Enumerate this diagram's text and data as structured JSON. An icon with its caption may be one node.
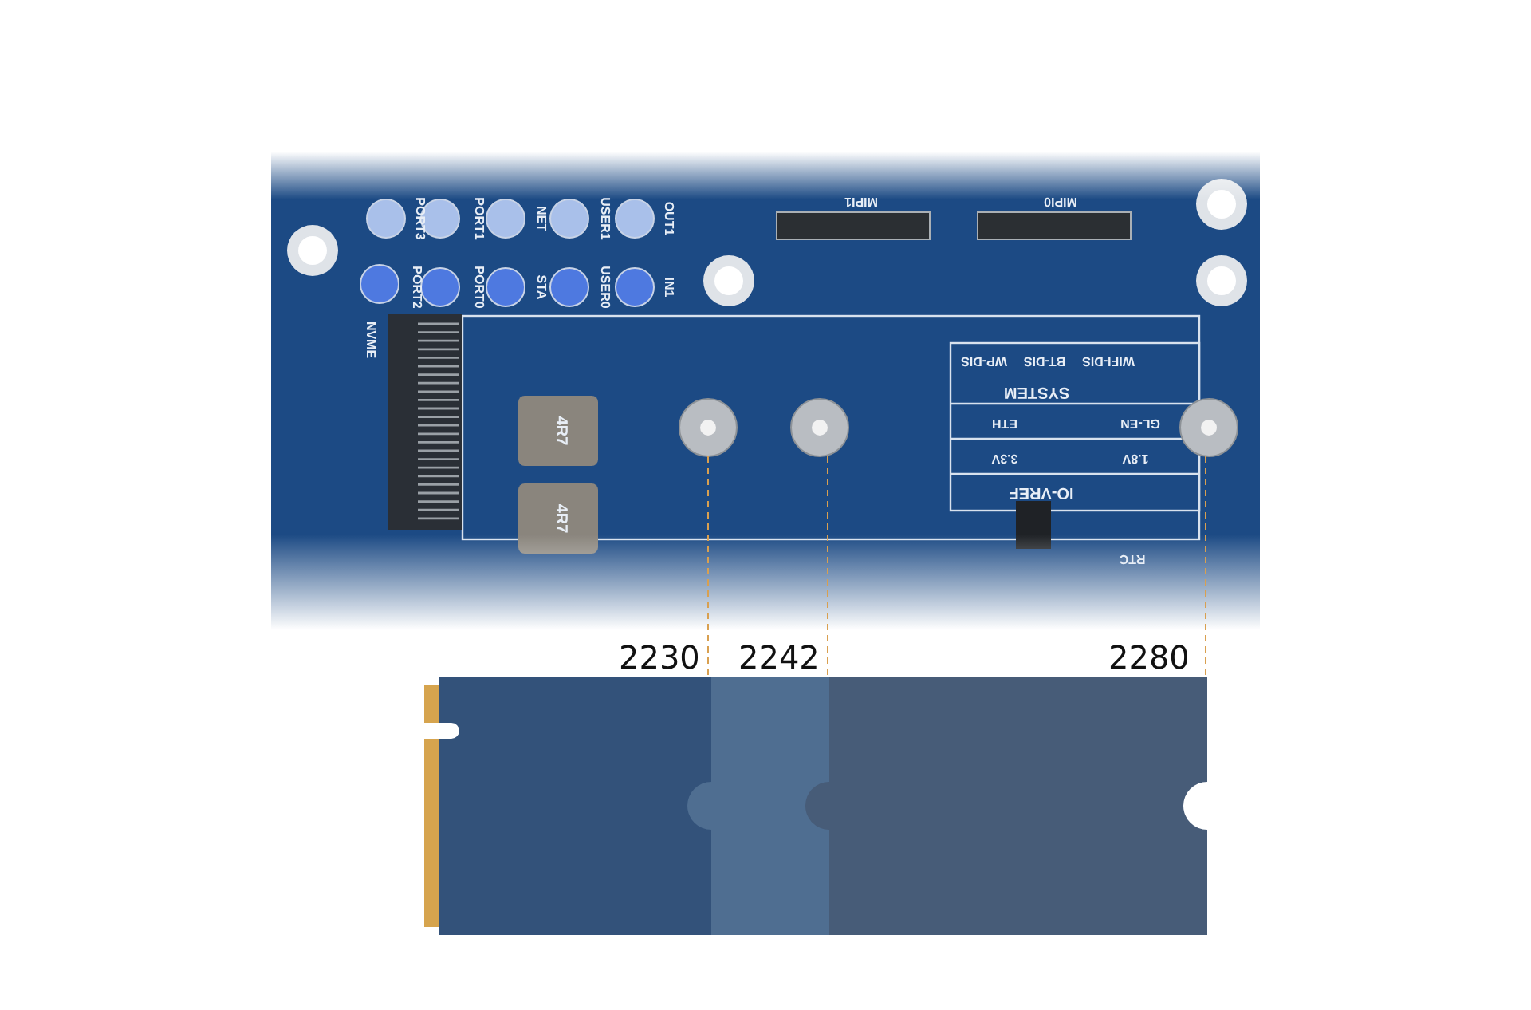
{
  "diagram": {
    "labels": [
      "PORT3",
      "PORT1",
      "NET",
      "USER1",
      "OUT1",
      "PORT2",
      "PORT0",
      "STA",
      "USER0",
      "IN1",
      "MIPI1",
      "MIPI0",
      "NVME",
      "4R7",
      "4R7",
      "WIFI-DIS",
      "BT-DIS",
      "WP-DIS",
      "SYSTEM",
      "GL-EN",
      "ETH",
      "1.8V",
      "3.3V",
      "IO-VREF",
      "RTC",
      "2230",
      "2242",
      "2280"
    ]
  }
}
